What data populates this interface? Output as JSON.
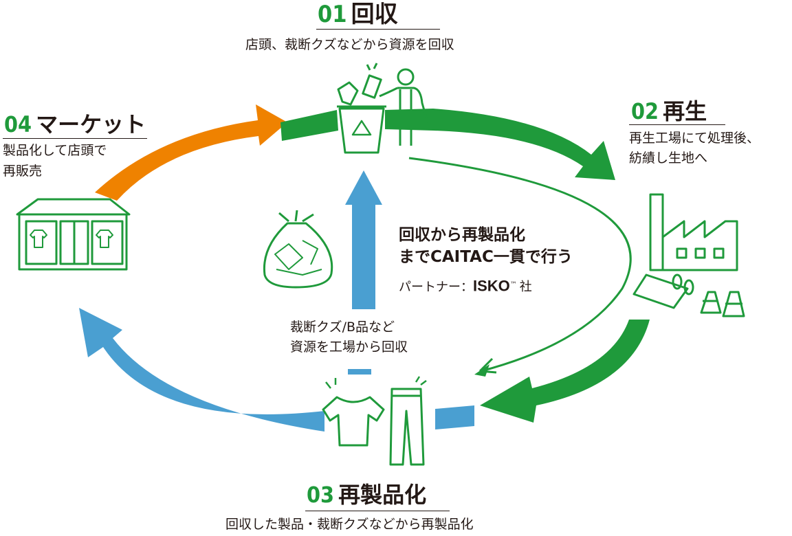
{
  "colors": {
    "green": "#1f9a3b",
    "orange": "#ef8200",
    "blue": "#4a9fd1",
    "text": "#231815"
  },
  "stage01": {
    "number": "01",
    "title": "回収",
    "desc": "店頭、裁断クズなどから資源を回収",
    "icon": "recycle-bin-person-icon"
  },
  "stage02": {
    "number": "02",
    "title": "再生",
    "desc_line1": "再生工場にて処理後、",
    "desc_line2": "紡績し生地へ",
    "icon": "factory-fabric-icon"
  },
  "stage03": {
    "number": "03",
    "title": "再製品化",
    "desc": "回収した製品・裁断クズなどから再製品化",
    "icon": "tshirt-jeans-icon"
  },
  "stage04": {
    "number": "04",
    "title": "マーケット",
    "desc_line1": "製品化して店頭で",
    "desc_line2": "再販売",
    "icon": "store-icon"
  },
  "center": {
    "headline_line1": "回収から再製品化",
    "headline_line2": "までCAITAC一貫で行う",
    "partner_label": "パートナー：",
    "partner_name": "ISKO",
    "partner_mark": "™",
    "partner_suffix": "社",
    "bag_icon": "recycling-bag-icon"
  },
  "scrap_note": {
    "line1": "裁断クズ/B品など",
    "line2": "資源を工場から回収"
  }
}
